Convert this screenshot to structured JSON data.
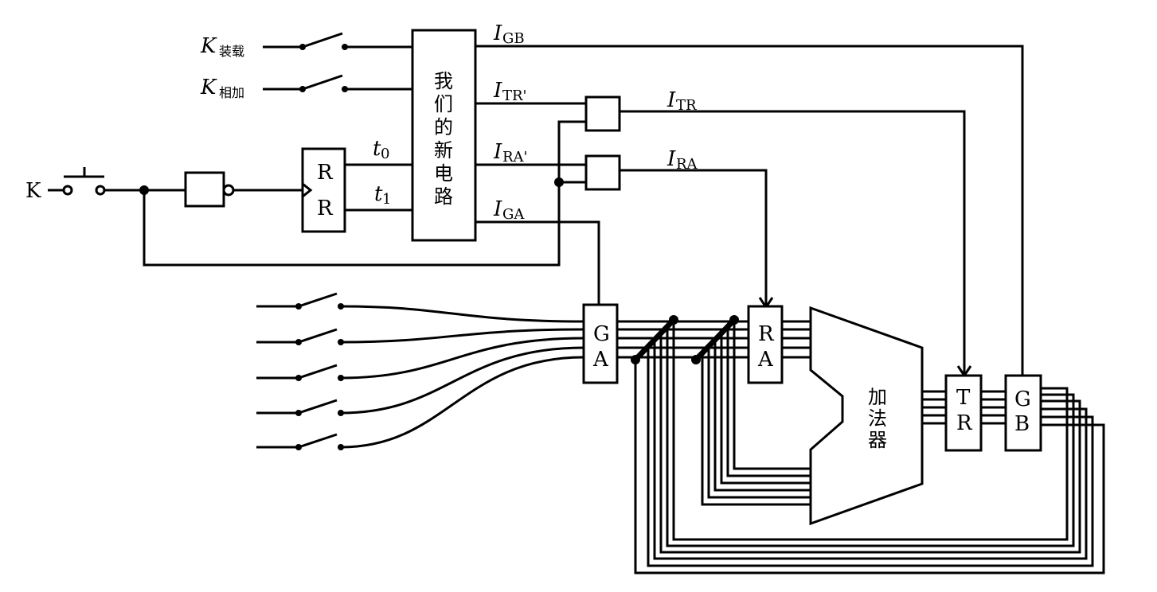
{
  "switch_labels": {
    "load_main": "K",
    "load_sub": "装载",
    "add_main": "K",
    "add_sub": "相加"
  },
  "input_k": "K",
  "new_circuit": [
    "我",
    "们",
    "的",
    "新",
    "电",
    "路"
  ],
  "rr": {
    "top": "R",
    "bottom": "R"
  },
  "signals": {
    "t0": {
      "main": "t",
      "sub": "0"
    },
    "t1": {
      "main": "t",
      "sub": "1"
    },
    "IGB": {
      "main": "I",
      "sub": "GB"
    },
    "ITRp": {
      "main": "I",
      "sub": "TR'"
    },
    "IRAp": {
      "main": "I",
      "sub": "RA'"
    },
    "IGA": {
      "main": "I",
      "sub": "GA"
    },
    "ITR": {
      "main": "I",
      "sub": "TR"
    },
    "IRA": {
      "main": "I",
      "sub": "RA"
    }
  },
  "registers": {
    "GA": [
      "G",
      "A"
    ],
    "RA": [
      "R",
      "A"
    ],
    "TR": [
      "T",
      "R"
    ],
    "GB": [
      "G",
      "B"
    ]
  },
  "adder": [
    "加",
    "法",
    "器"
  ]
}
